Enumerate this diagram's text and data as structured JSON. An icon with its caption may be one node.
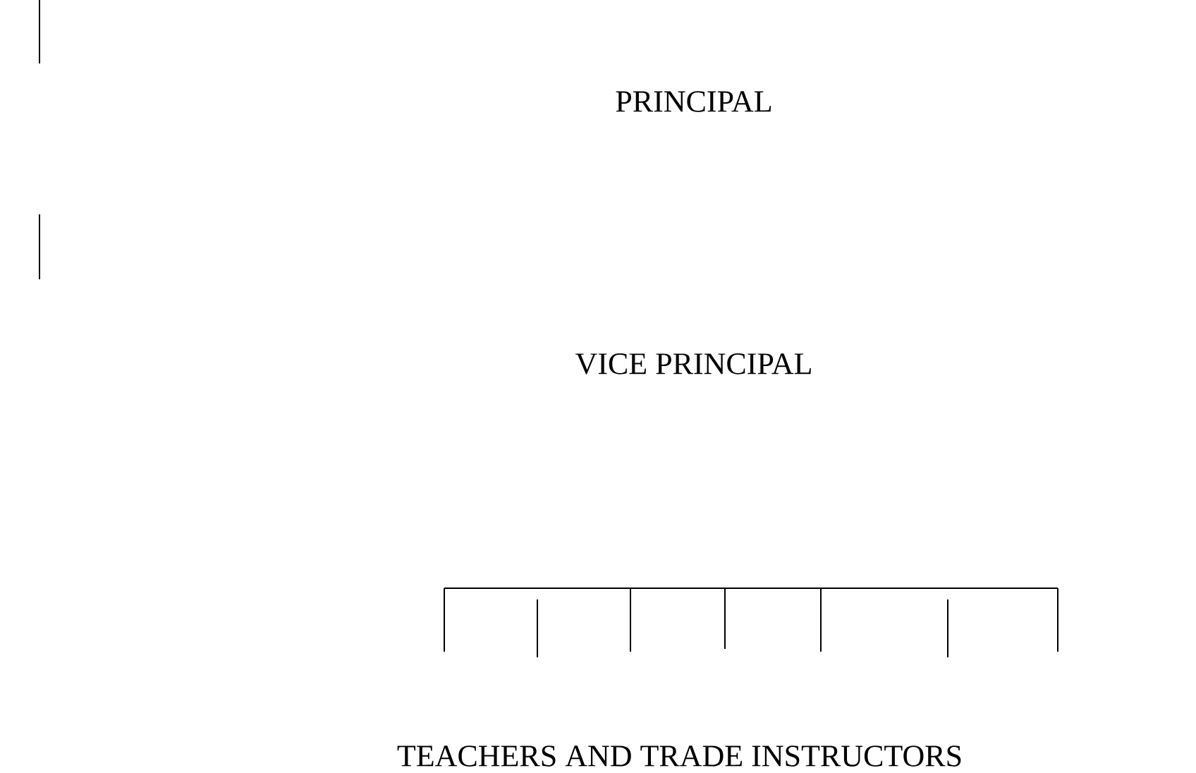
{
  "diagram": {
    "nodes": [
      {
        "text": [
          "PRINCIPAL"
        ]
      },
      {
        "text": [
          "VICE PRINCIPAL"
        ]
      },
      {
        "text": [
          "TEACHERS AND TRADE INSTRUCTORS"
        ]
      }
    ]
  }
}
